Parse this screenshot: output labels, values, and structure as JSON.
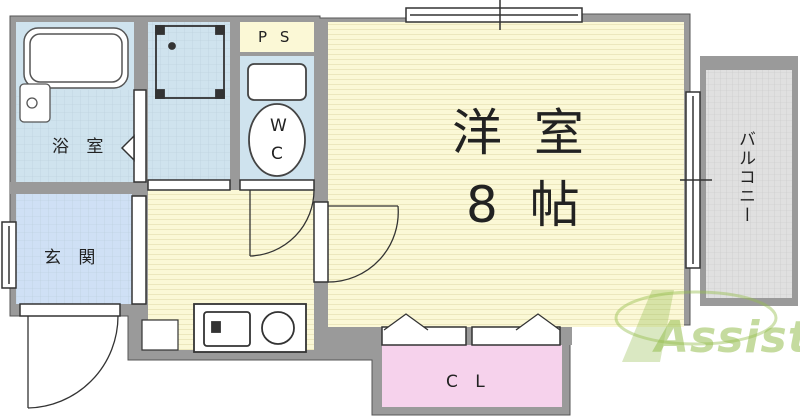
{
  "rooms": {
    "bath": "浴 室",
    "entrance": "玄 関",
    "ps": "P S",
    "wc_w": "W",
    "wc_c": "C",
    "western_room": "洋 室",
    "mats": "8 帖",
    "balcony": "バルコニー",
    "closet": "C L"
  },
  "logo": {
    "text": "Assist"
  },
  "colors": {
    "wall": "#4a4a4a",
    "bath_floor": "#cfe3ee",
    "entrance_floor": "#cfe0f5",
    "room_floor": "#fbf8d6",
    "closet_floor": "#f6d2ec",
    "balcony_floor": "#e0e0e0",
    "logo": "#96be50"
  }
}
